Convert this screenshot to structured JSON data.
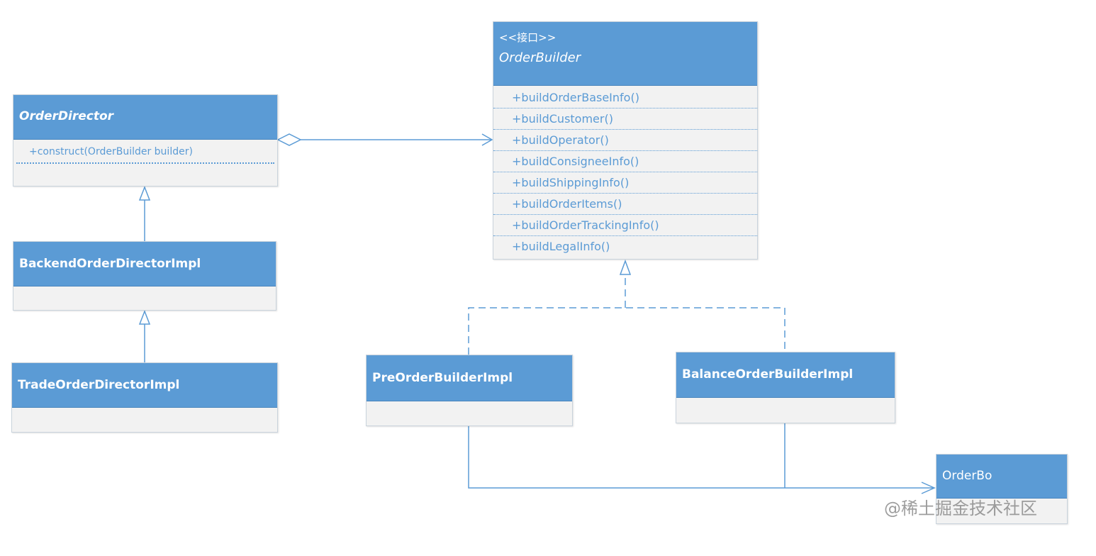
{
  "order_builder": {
    "stereotype": "<<接口>>",
    "name": "OrderBuilder",
    "methods": [
      "+buildOrderBaseInfo()",
      "+buildCustomer()",
      "+buildOperator()",
      "+buildConsigneeInfo()",
      "+buildShippingInfo()",
      "+buildOrderItems()",
      "+buildOrderTrackingInfo()",
      "+buildLegalInfo()"
    ]
  },
  "order_director": {
    "name": "OrderDirector",
    "method": "+construct(OrderBuilder builder)"
  },
  "backend_director": {
    "name": "BackendOrderDirectorImpl"
  },
  "trade_director": {
    "name": "TradeOrderDirectorImpl"
  },
  "pre_builder": {
    "name": "PreOrderBuilderImpl"
  },
  "balance_builder": {
    "name": "BalanceOrderBuilderImpl"
  },
  "order_bo": {
    "name": "OrderBo"
  },
  "colors": {
    "header": "#5b9bd5",
    "body": "#f2f2f2",
    "line": "#5b9bd5",
    "method_text": "#5b9bd5"
  },
  "watermark": "@稀土掘金技术社区"
}
